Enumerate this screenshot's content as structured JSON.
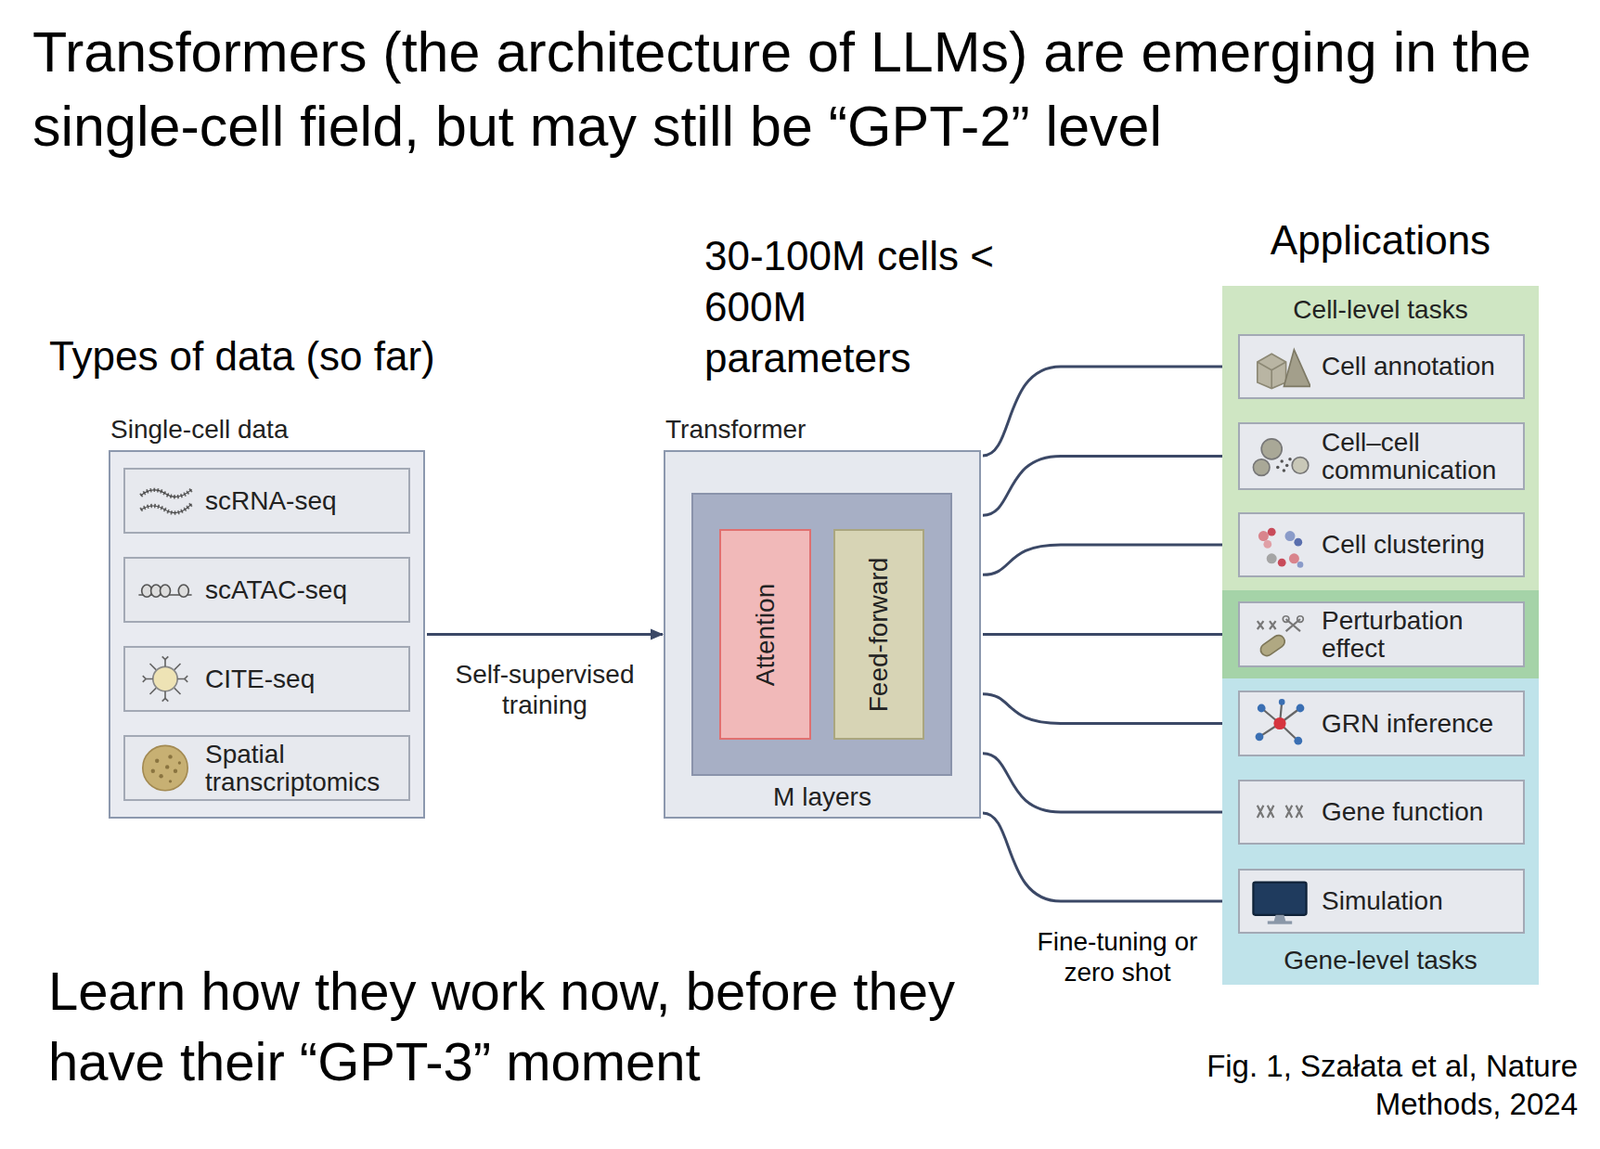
{
  "diagram": {
    "title": "Transformers (the architecture of LLMs) are emerging in the single-cell field, but may still be “GPT-2” level",
    "caption": "Fig. 1, Szałata et al, Nature Methods, 2024",
    "nodes": [
      {
        "text": [
          "Single-cell data"
        ]
      },
      {
        "text": [
          "scRNA-seq"
        ],
        "in": 0
      },
      {
        "text": [
          "scATAC-seq"
        ],
        "in": 0
      },
      {
        "text": [
          "CITE-seq"
        ],
        "in": 0
      },
      {
        "text": [
          "Spatial transcriptomics"
        ],
        "in": 0
      },
      {
        "text": [
          "Transformer",
          "M layers"
        ]
      },
      {
        "text": [
          "Attention"
        ],
        "in": 5
      },
      {
        "text": [
          "Feed-forward"
        ],
        "in": 5
      },
      {
        "text": [
          "Applications"
        ]
      },
      {
        "text": [
          "Cell-level tasks"
        ],
        "in": 8
      },
      {
        "text": [
          "Cell annotation"
        ],
        "in": 9
      },
      {
        "text": [
          "Cell–cell communication"
        ],
        "in": 9
      },
      {
        "text": [
          "Cell clustering"
        ],
        "in": 9
      },
      {
        "text": [
          "Perturbation effect"
        ],
        "in": 8
      },
      {
        "text": [
          "Gene-level tasks"
        ],
        "in": 8
      },
      {
        "text": [
          "GRN inference"
        ],
        "in": 14
      },
      {
        "text": [
          "Gene function"
        ],
        "in": 14
      },
      {
        "text": [
          "Simulation"
        ],
        "in": 14
      }
    ],
    "edges": [
      {
        "from": 0,
        "to": 5,
        "arrow": "to",
        "label": "Self-supervised training"
      },
      {
        "from": 5,
        "to": 10,
        "arrow": "to"
      },
      {
        "from": 5,
        "to": 11,
        "arrow": "to"
      },
      {
        "from": 5,
        "to": 12,
        "arrow": "to"
      },
      {
        "from": 5,
        "to": 13,
        "arrow": "to"
      },
      {
        "from": 5,
        "to": 15,
        "arrow": "to"
      },
      {
        "from": 5,
        "to": 16,
        "arrow": "to"
      },
      {
        "from": 5,
        "to": 17,
        "arrow": "to"
      }
    ],
    "labels": [
      "Types of data (so far)",
      "30-100M cells < 600M parameters",
      "Fine-tuning or zero shot",
      "Learn how they work now, before they have their “GPT-3” moment"
    ]
  }
}
